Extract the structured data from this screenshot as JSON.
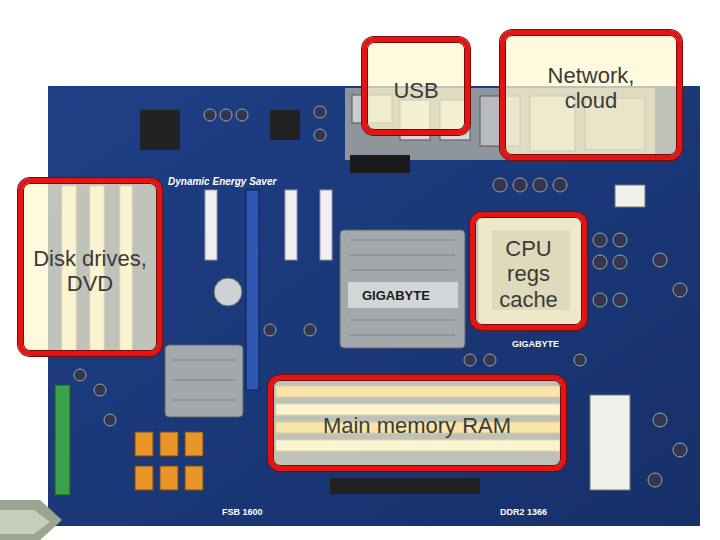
{
  "diagram": {
    "nodes": [
      {
        "text": [
          "USB"
        ]
      },
      {
        "text": [
          "Network, cloud"
        ]
      },
      {
        "text": [
          "Disk drives, DVD"
        ]
      },
      {
        "text": [
          "CPU regs cache"
        ]
      },
      {
        "text": [
          "Main memory RAM"
        ]
      }
    ],
    "labels": [
      "Dynamic Energy Saver",
      "GIGABYTE",
      "GIGABYTE",
      "FSB 1600",
      "DDR2 1366"
    ]
  }
}
